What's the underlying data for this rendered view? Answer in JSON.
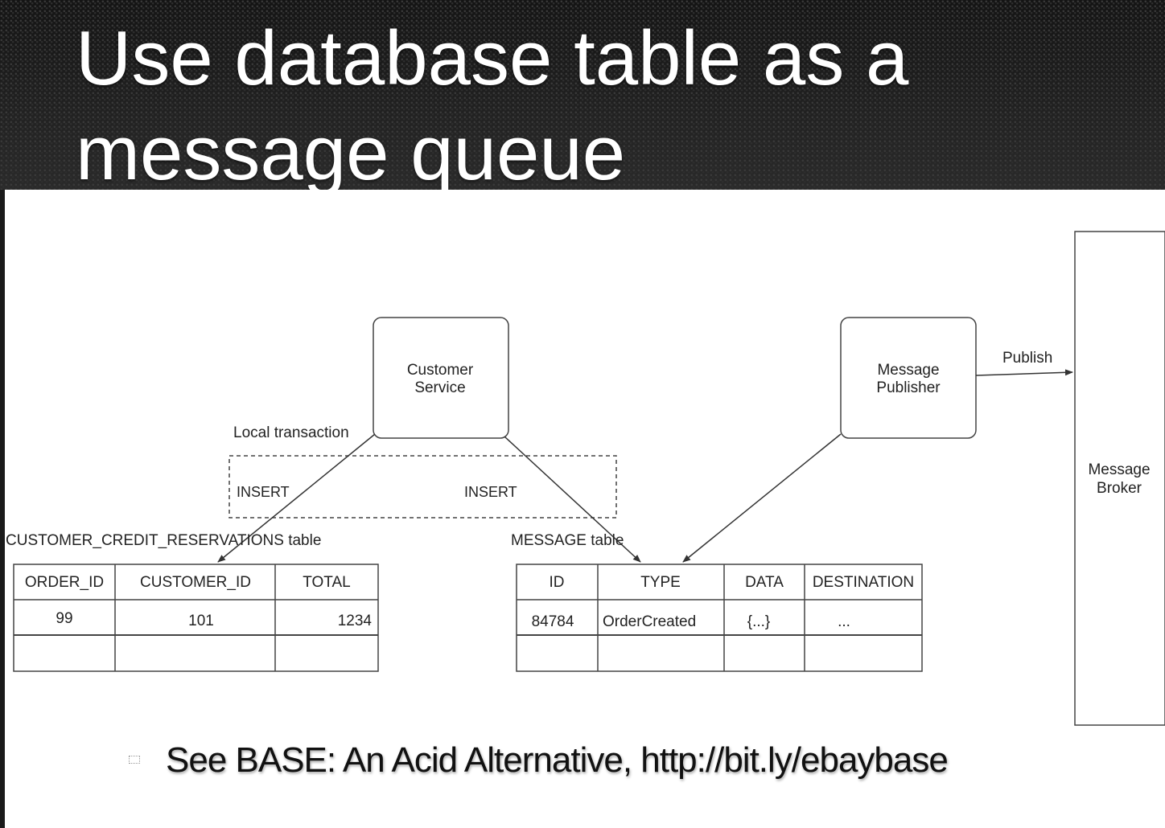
{
  "slide": {
    "title_line1": "Use database table as a",
    "title_line2": "message queue",
    "footnote": "See BASE: An Acid Alternative, http://bit.ly/ebaybase"
  },
  "diagram": {
    "customer_service": [
      "Customer",
      "Service"
    ],
    "message_publisher": [
      "Message",
      "Publisher"
    ],
    "message_broker": [
      "Message",
      "Broker"
    ],
    "local_transaction_label": "Local transaction",
    "insert_left": "INSERT",
    "insert_right": "INSERT",
    "publish_label": "Publish",
    "reservations_table": {
      "caption": "CUSTOMER_CREDIT_RESERVATIONS table",
      "columns": [
        "ORDER_ID",
        "CUSTOMER_ID",
        "TOTAL"
      ],
      "rows": [
        [
          "99",
          "101",
          "1234"
        ],
        [
          "",
          "",
          ""
        ]
      ]
    },
    "message_table": {
      "caption": "MESSAGE table",
      "columns": [
        "ID",
        "TYPE",
        "DATA",
        "DESTINATION"
      ],
      "rows": [
        [
          "84784",
          "OrderCreated",
          "{...}",
          "..."
        ],
        [
          "",
          "",
          "",
          ""
        ]
      ]
    }
  },
  "colors": {
    "header_bg": "#1b1b1b",
    "canvas_bg": "#ffffff",
    "line": "#333333"
  }
}
